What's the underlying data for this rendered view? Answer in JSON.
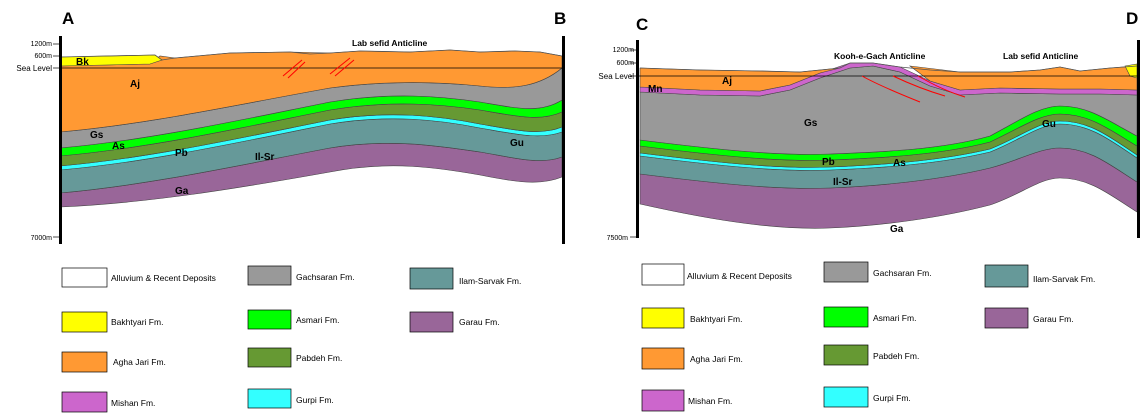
{
  "colors": {
    "alluvium": "#ffffff",
    "bakhtyari": "#ffff00",
    "agha_jari": "#ff9933",
    "mishan": "#cc66cc",
    "gachsaran": "#999999",
    "asmari": "#00ff00",
    "pabdeh": "#669933",
    "gurpi": "#33ffff",
    "ilam_sarvak": "#669999",
    "garau": "#996699",
    "fault": "#ff0000"
  },
  "left_section": {
    "start_label": "A",
    "end_label": "B",
    "anticline_label": "Lab sefid Anticline",
    "depth_labels": [
      "1200m",
      "600m",
      "Sea Level",
      "7000m"
    ],
    "unit_labels": [
      "Bk",
      "Aj",
      "Gs",
      "As",
      "Pb",
      "Il-Sr",
      "Gu",
      "Ga"
    ]
  },
  "right_section": {
    "start_label": "C",
    "end_label": "D",
    "anticline_labels": [
      "Kooh-e-Gach Anticline",
      "Lab sefid Anticline"
    ],
    "depth_labels": [
      "1200m",
      "600m",
      "Sea Level",
      "7500m"
    ],
    "unit_labels": [
      "Mn",
      "Aj",
      "Gs",
      "Gu",
      "Pb",
      "As",
      "Il-Sr",
      "Ga"
    ]
  },
  "legend_left": [
    {
      "label": "Alluvium & Recent Deposits",
      "color": "#ffffff"
    },
    {
      "label": "Gachsaran Fm.",
      "color": "#999999"
    },
    {
      "label": "Ilam-Sarvak Fm.",
      "color": "#669999"
    },
    {
      "label": "Bakhtyari Fm.",
      "color": "#ffff00"
    },
    {
      "label": "Asmari Fm.",
      "color": "#00ff00"
    },
    {
      "label": "Garau Fm.",
      "color": "#996699"
    },
    {
      "label": "Agha Jari Fm.",
      "color": "#ff9933"
    },
    {
      "label": "Pabdeh Fm.",
      "color": "#669933"
    },
    {
      "label": "Mishan Fm.",
      "color": "#cc66cc"
    },
    {
      "label": "Gurpi Fm.",
      "color": "#33ffff"
    }
  ],
  "legend_right": [
    {
      "label": "Alluvium & Recent Deposits",
      "color": "#ffffff"
    },
    {
      "label": "Gachsaran Fm.",
      "color": "#999999"
    },
    {
      "label": "Ilam-Sarvak Fm.",
      "color": "#669999"
    },
    {
      "label": "Bakhtyari Fm.",
      "color": "#ffff00"
    },
    {
      "label": "Asmari Fm.",
      "color": "#00ff00"
    },
    {
      "label": "Garau Fm.",
      "color": "#996699"
    },
    {
      "label": "Agha Jari Fm.",
      "color": "#ff9933"
    },
    {
      "label": "Pabdeh Fm.",
      "color": "#669933"
    },
    {
      "label": "Mishan Fm.",
      "color": "#cc66cc"
    },
    {
      "label": "Gurpi Fm.",
      "color": "#33ffff"
    }
  ]
}
